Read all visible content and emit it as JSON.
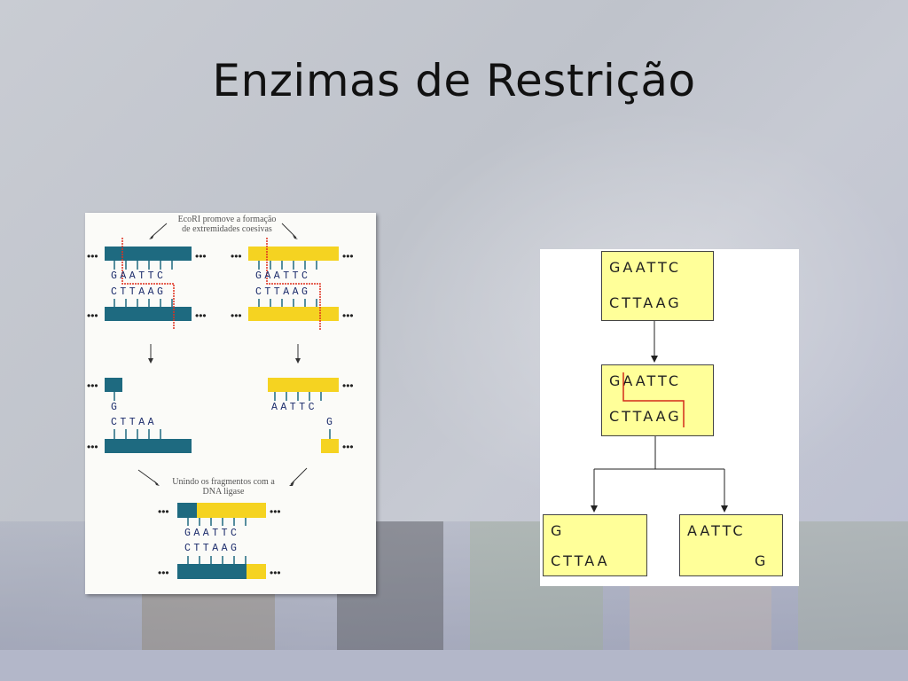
{
  "slide": {
    "title": "Enzimas de Restrição"
  },
  "left_figure": {
    "caption_top": "EcoRI promove a formação de extremidades coesivas",
    "caption_bottom": "Unindo os fragmentos com a DNA ligase",
    "seq_top_blue": "GAATTC",
    "seq_bottom_blue": "CTTAAG",
    "seq_top_yellow": "GAATTC",
    "seq_bottom_yellow": "CTTAAG",
    "frag_blue_top": "G",
    "frag_blue_bottom": "CTTAA",
    "frag_yellow_top": "AATTC",
    "frag_yellow_bottom": "G",
    "joined_top": "GAATTC",
    "joined_bottom": "CTTAAG",
    "colors": {
      "blue": "#1e6a80",
      "yellow": "#f5d321",
      "cut": "#e0301e"
    }
  },
  "right_figure": {
    "box1_top": "GAATTC",
    "box1_bottom": "CTTAAG",
    "box2_top": "GAATTC",
    "box2_bottom": "CTTAAG",
    "box3_top": "G",
    "box3_bottom": "CTTAA",
    "box4_top": "AATTC",
    "box4_bottom": "G",
    "colors": {
      "box_fill": "#ffff99",
      "cut": "#d42a1a"
    }
  }
}
